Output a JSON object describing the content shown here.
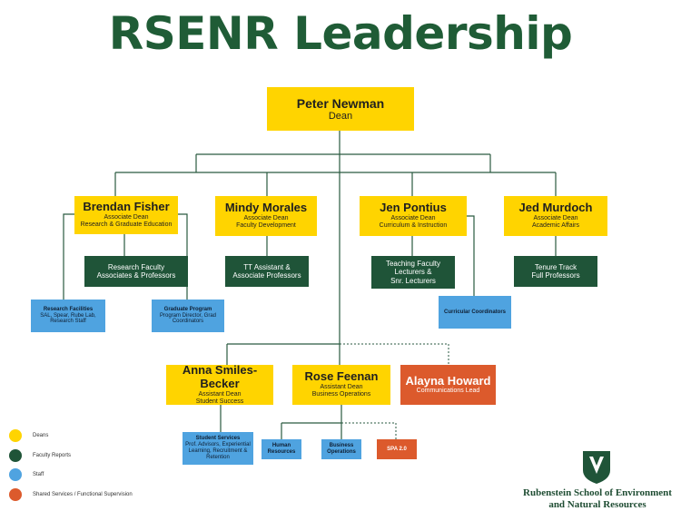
{
  "title": "RSENR Leadership",
  "dean": {
    "name": "Peter Newman",
    "role": "Dean"
  },
  "associate_deans": [
    {
      "name": "Brendan Fisher",
      "role1": "Associate Dean",
      "role2": "Research & Graduate Education"
    },
    {
      "name": "Mindy Morales",
      "role1": "Associate Dean",
      "role2": "Faculty Development"
    },
    {
      "name": "Jen Pontius",
      "role1": "Associate Dean",
      "role2": "Curriculum & Instruction"
    },
    {
      "name": "Jed Murdoch",
      "role1": "Associate Dean",
      "role2": "Academic Affairs"
    }
  ],
  "faculty_reports": [
    {
      "line1": "Research Faculty",
      "line2": "Associates & Professors"
    },
    {
      "line1": "TT Assistant &",
      "line2": "Associate Professors"
    },
    {
      "line1": "Teaching Faculty",
      "line2": "Lecturers &",
      "line3": "Snr. Lecturers"
    },
    {
      "line1": "Tenure Track",
      "line2": "Full Professors"
    }
  ],
  "staff": {
    "research_facilities": {
      "title": "Research Facilities",
      "line1": "SAL, Spear, Rube Lab,",
      "line2": "Research Staff"
    },
    "graduate_program": {
      "title": "Graduate Program",
      "line1": "Program Director, Grad",
      "line2": "Coordinators"
    },
    "curricular_coordinators": {
      "title": "Curricular Coordinators"
    },
    "student_services": {
      "title": "Student Services",
      "line1": "Prof. Advisors, Experiential",
      "line2": "Learning, Recruitment &",
      "line3": "Retention"
    },
    "human_resources": {
      "line1": "Human",
      "line2": "Resources"
    },
    "business_operations": {
      "line1": "Business",
      "line2": "Operations"
    }
  },
  "assistant_deans": [
    {
      "name": "Anna Smiles-Becker",
      "role1": "Assistant Dean",
      "role2": "Student Success"
    },
    {
      "name": "Rose Feenan",
      "role1": "Assistant Dean",
      "role2": "Business Operations"
    }
  ],
  "shared": {
    "alayna": {
      "name": "Alayna Howard",
      "role": "Communications Lead"
    },
    "spa": {
      "label": "SPA 2.0"
    }
  },
  "legend": [
    {
      "label": "Deans",
      "color": "#ffd400"
    },
    {
      "label": "Faculty Reports",
      "color": "#1f5438"
    },
    {
      "label": "Staff",
      "color": "#4fa3e0"
    },
    {
      "label": "Shared Services / Functional Supervision",
      "color": "#dc5a2c"
    }
  ],
  "institution": {
    "line1": "Rubenstein School of Environment",
    "line2": "and Natural Resources"
  },
  "colors": {
    "deans": "#ffd400",
    "faculty": "#1f5438",
    "staff": "#4fa3e0",
    "shared": "#dc5a2c",
    "brand": "#1f5c36"
  }
}
